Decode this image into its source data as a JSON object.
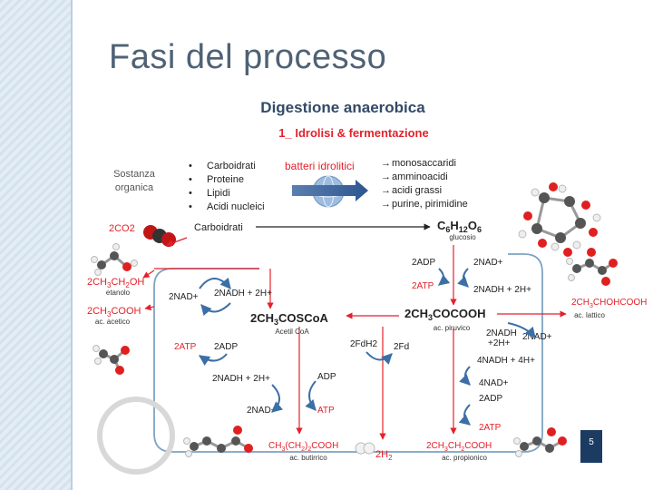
{
  "slide": {
    "title": "Fasi del processo",
    "page_number": "5"
  },
  "diagram": {
    "title": "Digestione anaerobica",
    "subtitle": "1_ Idrolisi & fermentazione",
    "sostanza_organica": [
      "Sostanza",
      "organica"
    ],
    "bullets": [
      "Carboidrati",
      "Proteine",
      "Lipidi",
      "Acidi nucleici"
    ],
    "bacteria": "batteri idrolitici",
    "products": [
      "monosaccaridi",
      "amminoacidi",
      "acidi grassi",
      "purine, pirimidine"
    ],
    "carboidrati": "Carboidrati",
    "glucose_formula": "C6H12O6",
    "glucose_name": "glucosio",
    "co2": "2CO2",
    "ethanol_formula": "2CH3CH2OH",
    "ethanol_name": "etanolo",
    "acetic_formula": "2CH3COOH",
    "acetic_name": "ac. acetico",
    "nad_left": "2NAD+",
    "nadh_left": "2NADH + 2H+",
    "acetyl_formula": "2CH3COSCoA",
    "acetyl_name": "Acetil CoA",
    "atp_left": "2ATP",
    "adp_left": "2ADP",
    "nadh_mid": "2NADH + 2H+",
    "nad_mid": "2NAD+",
    "adp_mid": "ADP",
    "atp_mid": "ATP",
    "fdh2": "2FdH2",
    "fd": "2Fd",
    "adp_glu": "2ADP",
    "atp_glu": "2ATP",
    "nad_glu": "2NAD+",
    "nadh_glu": "2NADH + 2H+",
    "pyruvate_formula": "2CH3COCOOH",
    "pyruvate_name": "ac. piruvico",
    "lactic_formula": "2CH3CHOHCOOH",
    "lactic_name": "ac. lattico",
    "nadh_right1": "2NADH",
    "h_right1": "+2H+",
    "nad_right1": "2NAD+",
    "nadh_right2": "4NADH + 4H+",
    "nad_right2": "4NAD+",
    "adp_right": "2ADP",
    "atp_right": "2ATP",
    "butyric_formula": "CH3(CH2)2COOH",
    "butyric_name": "ac. butirrico",
    "h2": "2H2",
    "propionic_formula": "2CH3CH2COOH",
    "propionic_name": "ac. propionico"
  },
  "colors": {
    "red": "#e4212b",
    "title_gray": "#4f6275",
    "diagram_title": "#334a66",
    "arrow_blue": "#3c6fa5",
    "loop_blue": "#7fa3c3"
  }
}
